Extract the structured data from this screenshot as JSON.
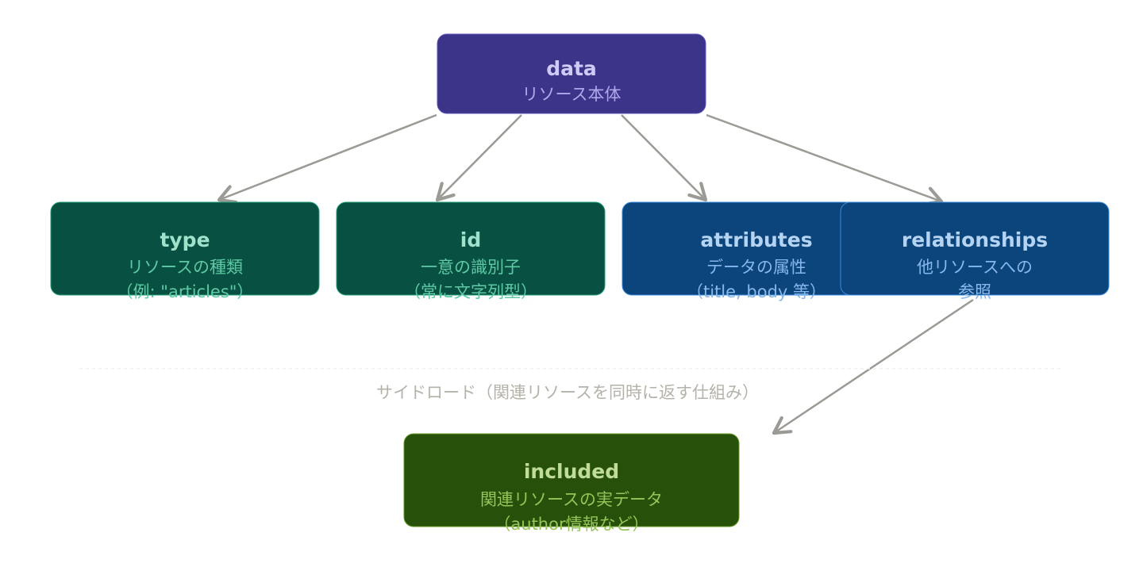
{
  "colors": {
    "edge": "#9b9a94",
    "data_fill": "#3c3489",
    "data_stroke": "#5b52b8",
    "data_title": "#cecbf6",
    "data_sub": "#afa9ec",
    "teal_fill": "#085041",
    "teal_stroke": "#1d9e75",
    "teal_title": "#9fe1cb",
    "teal_sub": "#5dcaa5",
    "blue_fill": "#0c447c",
    "blue_stroke": "#378add",
    "blue_title": "#b5d4f4",
    "blue_sub": "#85b7eb",
    "green_fill": "#27500a",
    "green_stroke": "#639922",
    "green_title": "#c0dd97",
    "green_sub": "#97c459",
    "caption": "#b4b2a9",
    "divider": "#f1efe8"
  },
  "nodes": {
    "data": {
      "title": "data",
      "line1": "リソース本体"
    },
    "type": {
      "title": "type",
      "line1": "リソースの種類",
      "line2": "（例: \"articles\"）"
    },
    "id": {
      "title": "id",
      "line1": "一意の識別子",
      "line2": "（常に文字列型）"
    },
    "attributes": {
      "title": "attributes",
      "line1": "データの属性",
      "line2": "（title, body 等）"
    },
    "relationships": {
      "title": "relationships",
      "line1": "他リソースへの",
      "line2": "参照"
    },
    "included": {
      "title": "included",
      "line1": "関連リソースの実データ",
      "line2": "（author情報など）"
    }
  },
  "caption": "サイドロード（関連リソースを同時に返す仕組み）"
}
